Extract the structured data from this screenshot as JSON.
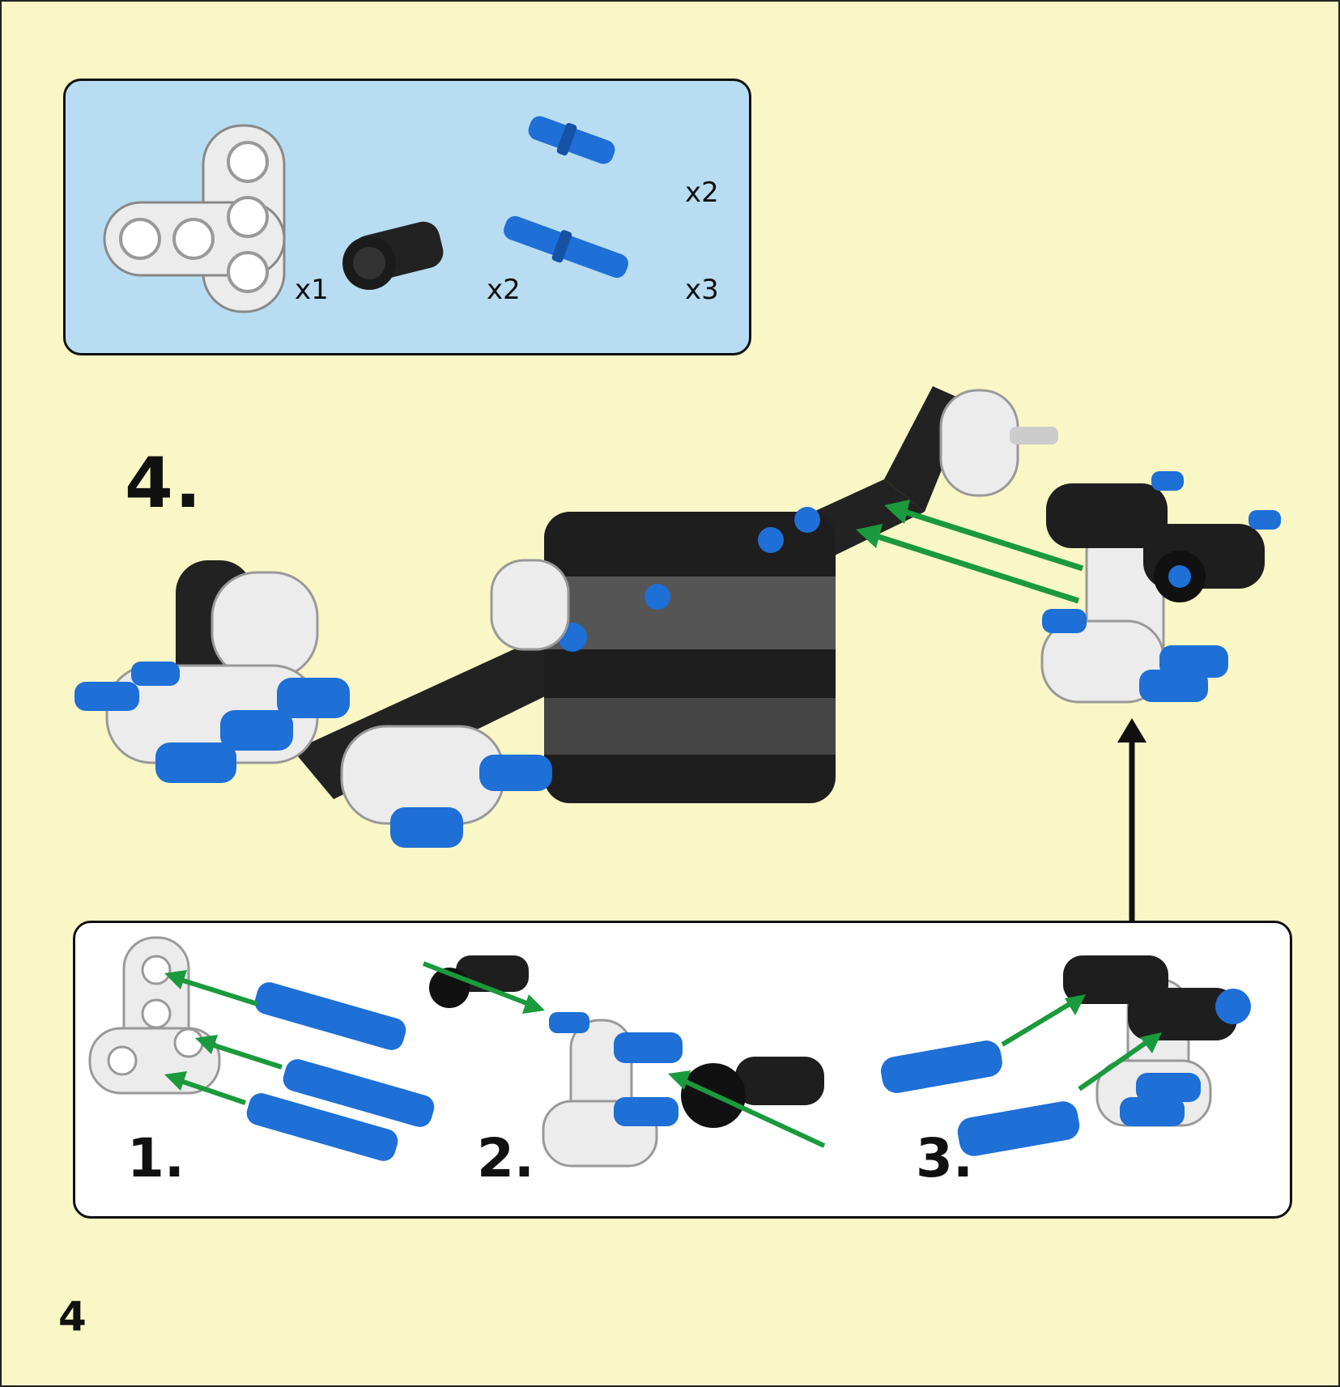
{
  "parts_list": {
    "items": [
      {
        "part": "white-t-beam",
        "quantity": "x1"
      },
      {
        "part": "black-pin-connector",
        "quantity": "x2"
      },
      {
        "part": "blue-short-pin",
        "quantity": "x2"
      },
      {
        "part": "blue-long-pin",
        "quantity": "x3"
      }
    ]
  },
  "main_step": {
    "label": "4."
  },
  "sub_steps": [
    {
      "label": "1."
    },
    {
      "label": "2."
    },
    {
      "label": "3."
    }
  ],
  "page_number": "4",
  "colors": {
    "background": "#f9f7c6",
    "parts_box": "#b8ddf2",
    "arrow_green": "#1a9a3c",
    "pin_blue": "#1e6fd6",
    "beam_black": "#222222",
    "beam_white": "#ececec"
  },
  "icons": [
    "t-beam-icon",
    "pin-connector-icon",
    "short-pin-icon",
    "long-pin-icon",
    "assembly-icon",
    "insert-arrow-icon",
    "up-arrow-icon"
  ]
}
